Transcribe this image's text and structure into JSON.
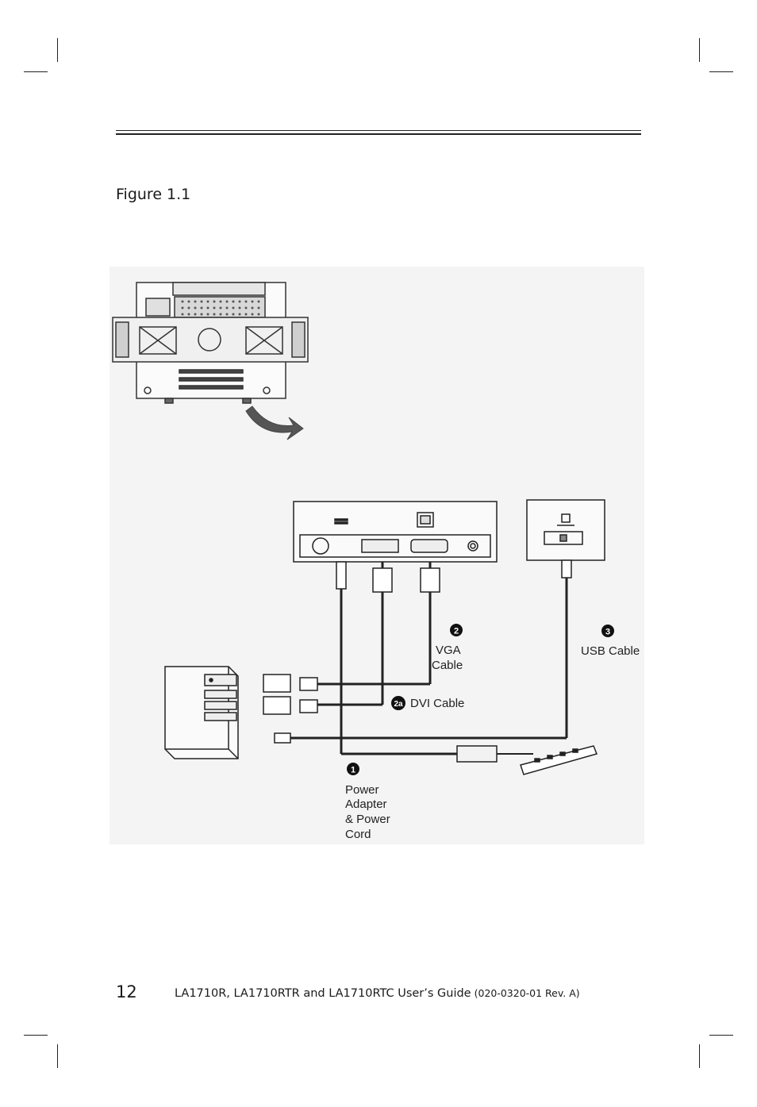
{
  "figure": {
    "caption": "Figure 1.1",
    "labels": {
      "power_number": "1",
      "power_line1": "Power",
      "power_line2": "Adapter",
      "power_line3": "& Power",
      "power_line4": "Cord",
      "vga_number": "2",
      "vga_line1": "VGA",
      "vga_line2": "Cable",
      "dvi_number": "2a",
      "dvi_label": "DVI Cable",
      "usb_number": "3",
      "usb_label": "USB Cable"
    }
  },
  "footer": {
    "page_number": "12",
    "title": "LA1710R, LA1710RTR and LA1710RTC User’s Guide",
    "revision": "(020-0320-01 Rev. A)"
  }
}
